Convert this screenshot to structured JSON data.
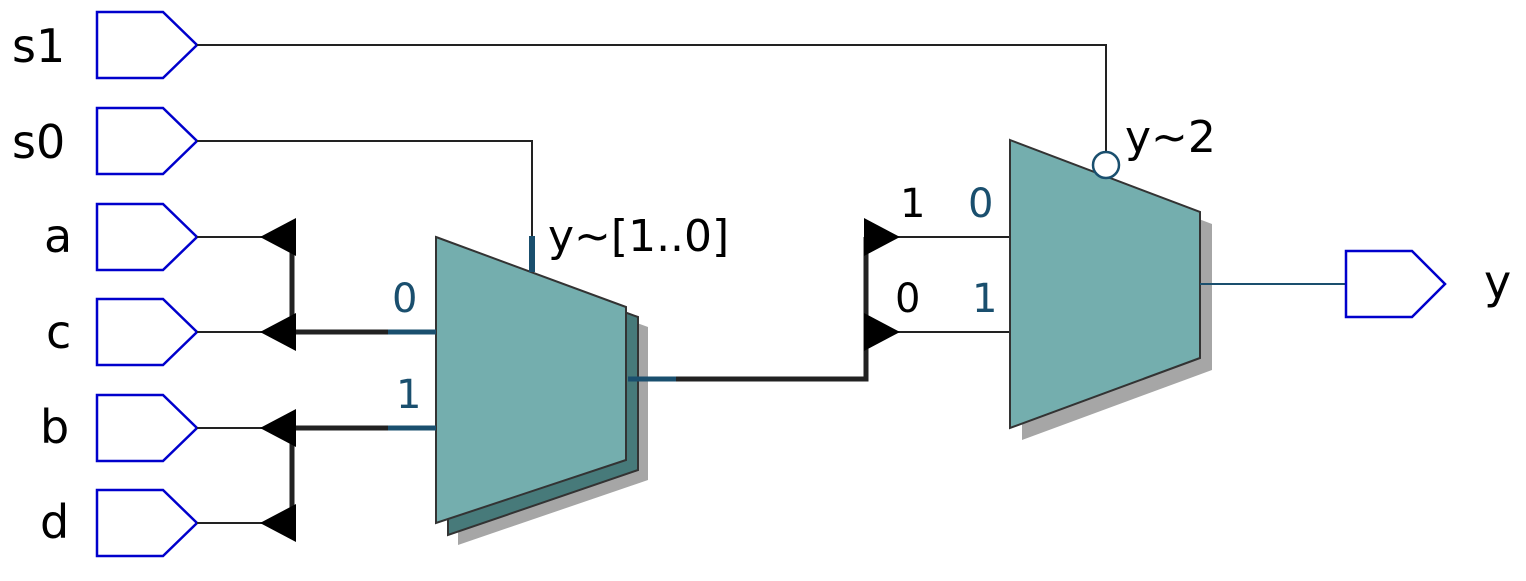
{
  "colors": {
    "port_stroke": "#0000cc",
    "mux_fill": "#74aeae",
    "mux_back_fill": "#477a7a",
    "mux_shadow": "#a6a6a6",
    "pin_label": "#1a4f6e",
    "select_wire": "#1a4f6e",
    "wire": "#222222"
  },
  "inputs": [
    {
      "label": "s1"
    },
    {
      "label": "s0"
    },
    {
      "label": "a"
    },
    {
      "label": "c"
    },
    {
      "label": "b"
    },
    {
      "label": "d"
    }
  ],
  "output": {
    "label": "y"
  },
  "mux1": {
    "name": "y~[1..0]",
    "pin_0": "0",
    "pin_1": "1"
  },
  "mux2": {
    "name": "y~2",
    "pin_0": "0",
    "pin_1": "1",
    "bus_bit_top": "1",
    "bus_bit_bottom": "0"
  }
}
